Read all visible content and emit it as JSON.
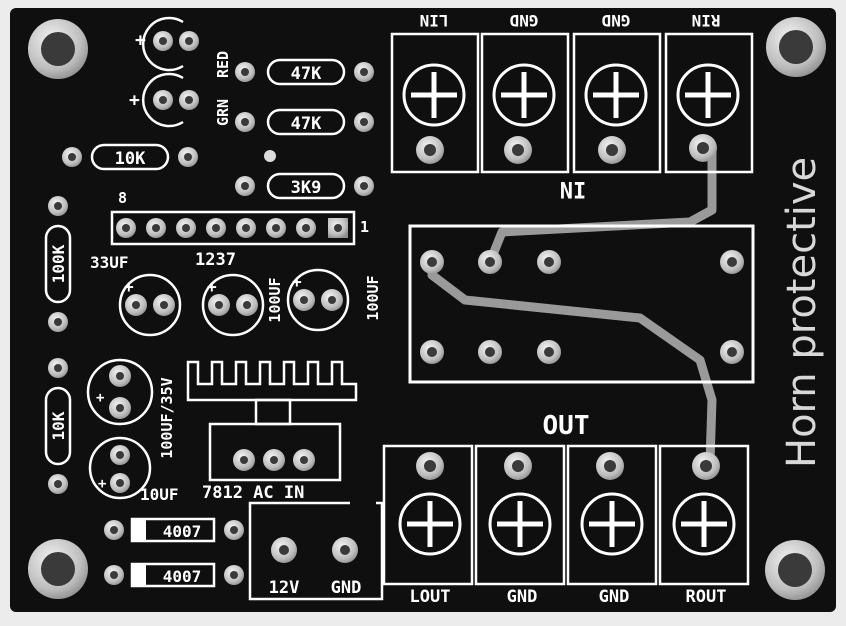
{
  "board": {
    "brand_text": "Horn protective",
    "colors": {
      "board": "#0f0f0f",
      "silkscreen": "#ffffff",
      "pad": "#c9c9c9",
      "hole": "#3a3a3a",
      "background": "#ececec"
    }
  },
  "inputs": {
    "lin": "LIN",
    "gnd_left": "GND",
    "gnd_right": "GND",
    "rin": "RIN",
    "relay_label": "IN"
  },
  "leds": {
    "plus_top": "+",
    "plus_bottom": "+",
    "grn": "GRN",
    "red": "RED"
  },
  "resistors": {
    "r1": "47K",
    "r2": "47K",
    "r3": "10K",
    "r4": "3K9",
    "r5": "100K",
    "r6": "10K"
  },
  "ic": {
    "pin_8": "8",
    "pin_1": "1",
    "name": "1237"
  },
  "capacitors": {
    "c1": "33UF",
    "c2": "100UF",
    "c3": "100UF",
    "c4": "100UF/35V",
    "c5": "10UF",
    "plus_c1": "+",
    "plus_c2": "+",
    "plus_c3": "+",
    "plus_c4": "+",
    "plus_c5": "+"
  },
  "regulator": {
    "label": "7812 AC  IN"
  },
  "diodes": {
    "d1": "4007",
    "d2": "4007"
  },
  "power": {
    "v12": "12V",
    "gnd": "GND"
  },
  "outputs": {
    "title": "OUT",
    "lout": "LOUT",
    "gnd_left": "GND",
    "gnd_right": "GND",
    "rout": "ROUT"
  }
}
